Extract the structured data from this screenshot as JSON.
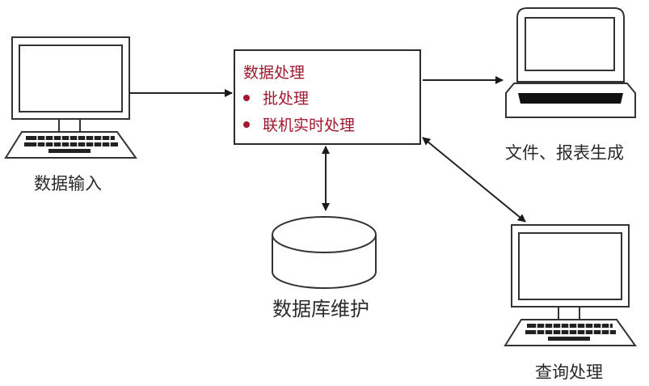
{
  "diagram": {
    "processing": {
      "title": "数据处理",
      "items": [
        "批处理",
        "联机实时处理"
      ]
    },
    "nodes": {
      "data_input": "数据输入",
      "file_report": "文件、报表生成",
      "database": "数据库维护",
      "query": "查询处理"
    },
    "edges": [
      {
        "from": "数据输入",
        "to": "数据处理",
        "direction": "forward"
      },
      {
        "from": "数据处理",
        "to": "文件、报表生成",
        "direction": "forward"
      },
      {
        "from": "数据处理",
        "to": "数据库维护",
        "direction": "both"
      },
      {
        "from": "数据处理",
        "to": "查询处理",
        "direction": "both"
      }
    ],
    "colors": {
      "accent": "#a0192e",
      "stroke": "#2b2b2b"
    }
  }
}
